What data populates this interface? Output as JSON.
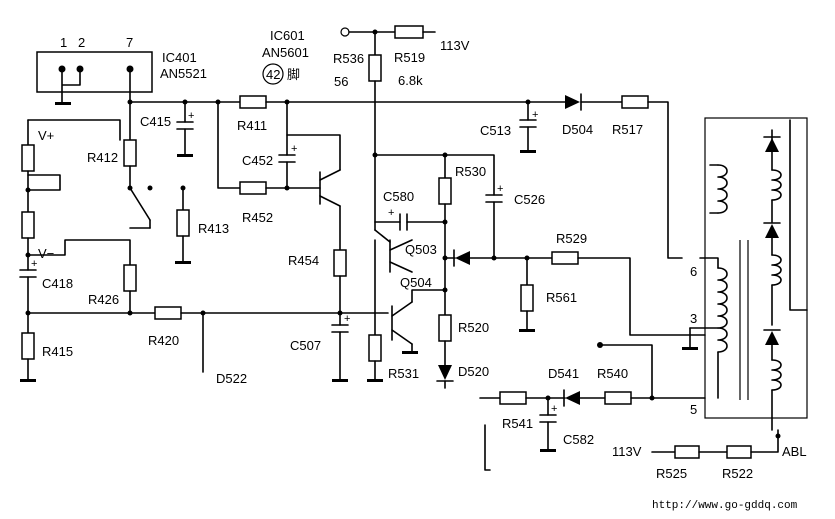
{
  "diagram": {
    "ic401": {
      "pins": [
        "1",
        "2",
        "7"
      ],
      "ref": "IC401",
      "part": "AN5521"
    },
    "ic601": {
      "ref": "IC601",
      "part": "AN5601",
      "pin": "42",
      "pin_suffix": "脚"
    },
    "supply": {
      "v113_top": "113V",
      "v113_bottom": "113V",
      "v_plus": "V+",
      "v_minus": "V−"
    },
    "resistors": {
      "R536": "R536",
      "R536_val": "56",
      "R519": "R519",
      "R519_val": "6.8k",
      "R411": "R411",
      "R412": "R412",
      "R413": "R413",
      "R452": "R452",
      "R454": "R454",
      "R426": "R426",
      "R420": "R420",
      "R415": "R415",
      "R517": "R517",
      "R530": "R530",
      "R529": "R529",
      "R561": "R561",
      "R520": "R520",
      "R531": "R531",
      "R541": "R541",
      "R540": "R540",
      "R525": "R525",
      "R522": "R522"
    },
    "capacitors": {
      "C415": "C415",
      "C452": "C452",
      "C418": "C418",
      "C507": "C507",
      "C513": "C513",
      "C580": "C580",
      "C526": "C526",
      "C582": "C582"
    },
    "diodes": {
      "D504": "D504",
      "D522": "D522",
      "D520": "D520",
      "D541": "D541"
    },
    "transistors": {
      "Q503": "Q503",
      "Q504": "Q504"
    },
    "transformer": {
      "pin6": "6",
      "pin3": "3",
      "pin5": "5",
      "abl": "ABL"
    },
    "footer": {
      "url": "http://www.go-gddq.com"
    }
  }
}
